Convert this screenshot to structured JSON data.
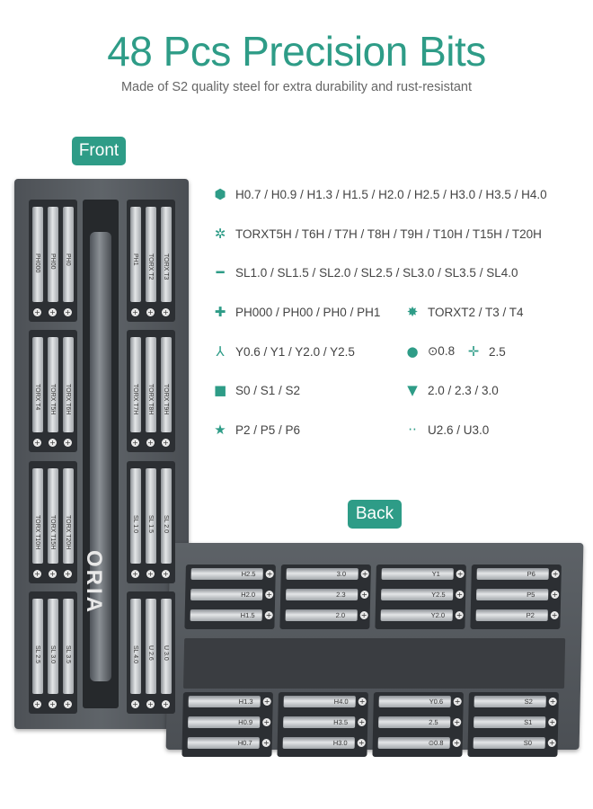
{
  "header": {
    "title": "48 Pcs Precision Bits",
    "subtitle": "Made of S2 quality steel for extra durability and rust-resistant"
  },
  "badges": {
    "front": "Front",
    "back": "Back"
  },
  "brand": "ORIA",
  "colors": {
    "accent": "#2e9c87",
    "case": "#555a5f",
    "text": "#444444"
  },
  "spec_list": [
    {
      "icon": "hexagon-icon",
      "text": "H0.7 / H0.9 / H1.3 / H1.5 / H2.0 / H2.5 / H3.0 / H3.5 / H4.0"
    },
    {
      "icon": "torx-hole-icon",
      "text": "TORXT5H / T6H / T7H / T8H / T9H / T10H / T15H / T20H"
    },
    {
      "icon": "slotted-icon",
      "text": "SL1.0 / SL1.5 / SL2.0 / SL2.5 / SL3.0 / SL3.5 / SL4.0"
    },
    {
      "icon": "phillips-icon",
      "text": "PH000 / PH00 / PH0 / PH1"
    },
    {
      "icon": "y-tip-icon",
      "text": "Y0.6 / Y1 / Y2.0 / Y2.5"
    },
    {
      "icon": "square-icon",
      "text": "S0 / S1 / S2"
    },
    {
      "icon": "pentalobe-icon",
      "text": "P2 / P5 / P6"
    }
  ],
  "spec_list_right": [
    {
      "icon": "torx-icon",
      "text": "TORXT2 / T3 / T4"
    },
    {
      "icon": "round-icon",
      "text": "⊙0.8"
    },
    {
      "icon": "cross-icon",
      "text": "2.5"
    },
    {
      "icon": "triangle-icon",
      "text": "2.0 / 2.3 / 3.0"
    },
    {
      "icon": "u-shape-icon",
      "text": "U2.6 / U3.0"
    }
  ],
  "front_bits": {
    "row1": [
      "PH000",
      "PH00",
      "PH0",
      "PH1",
      "TORX T2",
      "TORX T3"
    ],
    "row2": [
      "TORX T4",
      "TORX T5H",
      "TORX T6H",
      "TORX T7H",
      "TORX T8H",
      "TORX T9H"
    ],
    "row3": [
      "TORX T10H",
      "TORX T15H",
      "TORX T20H",
      "SL 1.0",
      "SL 1.5",
      "SL 2.0"
    ],
    "row4": [
      "SL 2.5",
      "SL 3.0",
      "SL 3.5",
      "SL 4.0",
      "U 2.6",
      "U 3.0"
    ]
  },
  "back_bits": {
    "top": [
      [
        "H2.5",
        "3.0",
        "Y1",
        "P6"
      ],
      [
        "H2.0",
        "2.3",
        "Y2.5",
        "P5"
      ],
      [
        "H1.5",
        "2.0",
        "Y2.0",
        "P2"
      ]
    ],
    "bottom": [
      [
        "H1.3",
        "H4.0",
        "Y0.6",
        "S2"
      ],
      [
        "H0.9",
        "H3.5",
        "2.5",
        "S1"
      ],
      [
        "H0.7",
        "H3.0",
        "⊙0.8",
        "S0"
      ]
    ]
  }
}
